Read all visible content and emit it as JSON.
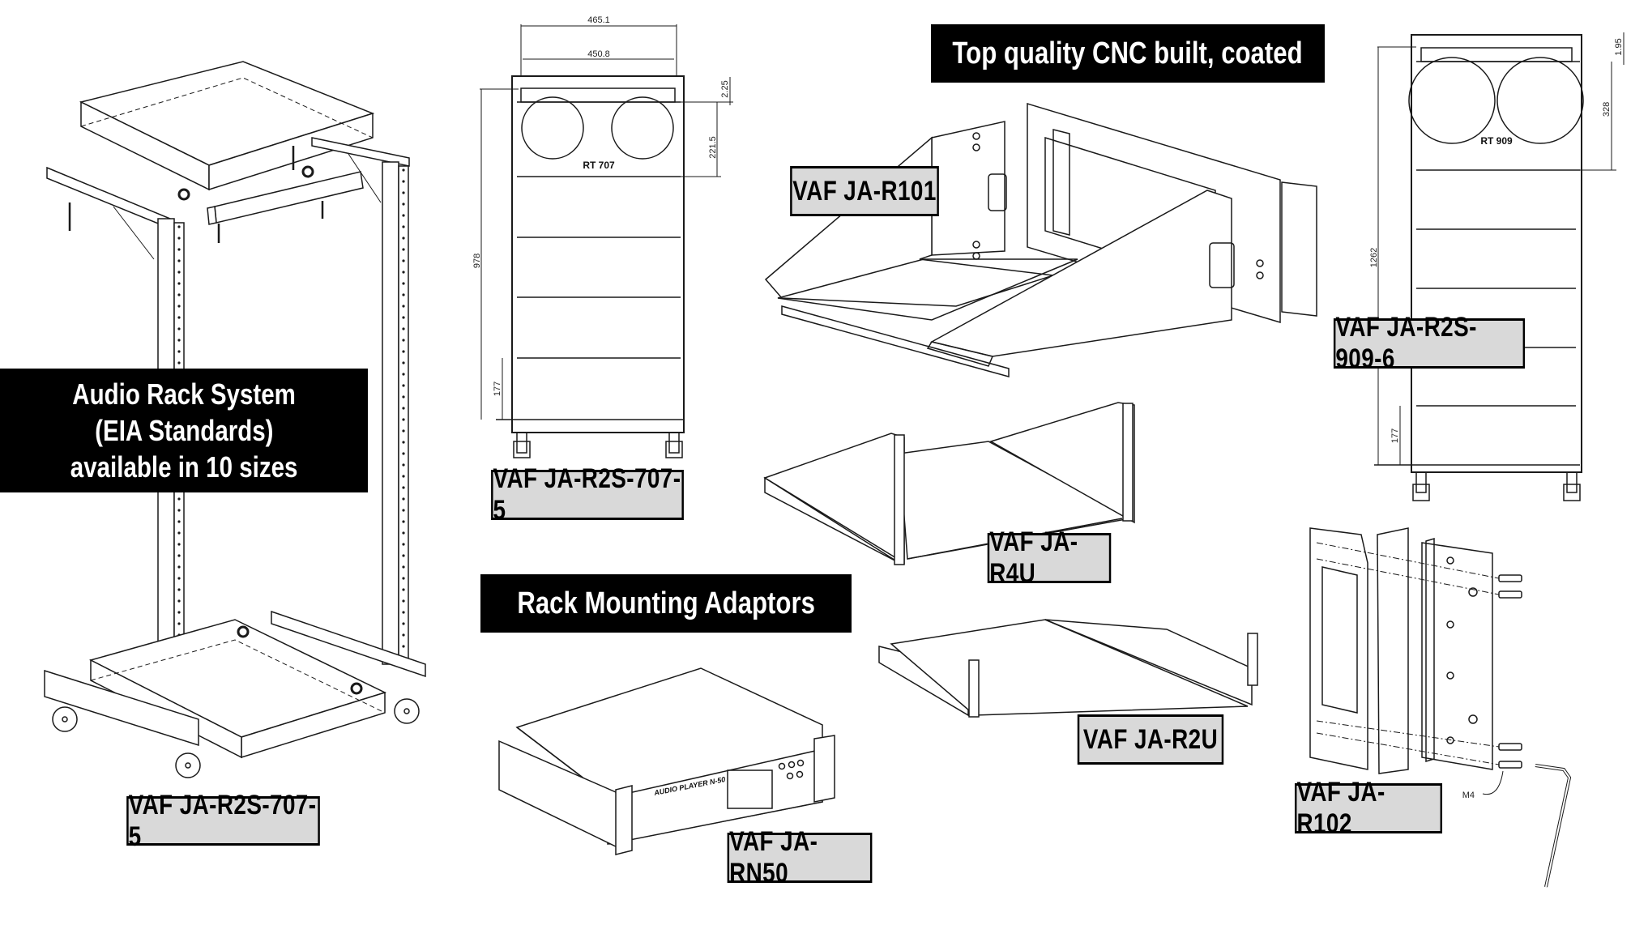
{
  "banners": {
    "audio_rack": [
      "Audio Rack System",
      "(EIA Standards)",
      "available in 10 sizes"
    ],
    "cnc": "Top quality CNC built, coated",
    "adaptors": "Rack Mounting Adaptors"
  },
  "labels": {
    "rack_exploded": "VAF JA-R2S-707-5",
    "rack_707": "VAF JA-R2S-707-5",
    "r101": "VAF JA-R101",
    "r2s_909": "VAF JA-R2S-909-6",
    "r4u": "VAF JA-R4U",
    "r2u": "VAF JA-R2U",
    "rn50": "VAF JA-RN50",
    "r102": "VAF JA-R102"
  },
  "drawing_707": {
    "model": "RT  707",
    "dim_outer_width": "465.1",
    "dim_inner_width": "450.8",
    "dim_top_gap": "2.25",
    "dim_top_section": "221.5",
    "dim_height": "978",
    "dim_bottom": "177"
  },
  "drawing_909": {
    "model": "RT  909",
    "dim_top_gap": "1.95",
    "dim_top_section": "328",
    "dim_height": "1262",
    "dim_bottom": "177"
  },
  "device_rn50": {
    "front_text": "AUDIO PLAYER N-50"
  },
  "r102": {
    "screw_callout": "M4"
  },
  "colors": {
    "label_fill": "#d9d9d9",
    "banner_fill": "#000000",
    "line": "#1a1a1a"
  }
}
